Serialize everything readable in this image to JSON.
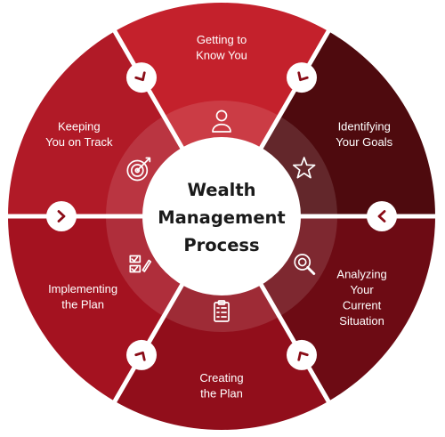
{
  "center": {
    "lines": [
      "Wealth",
      "Management",
      "Process"
    ]
  },
  "steps": [
    {
      "lines": [
        "Getting to",
        "Know You"
      ],
      "icon": "person-icon",
      "color": "#c4212c"
    },
    {
      "lines": [
        "Identifying",
        "Your Goals"
      ],
      "icon": "star-icon",
      "color": "#4e0a0e"
    },
    {
      "lines": [
        "Analyzing",
        "Your",
        "Current",
        "Situation"
      ],
      "icon": "magnifier-icon",
      "color": "#6d0b14"
    },
    {
      "lines": [
        "Creating",
        "the Plan"
      ],
      "icon": "checklist-icon",
      "color": "#910e1b"
    },
    {
      "lines": [
        "Implementing",
        "the Plan"
      ],
      "icon": "pen-checklist-icon",
      "color": "#a41220"
    },
    {
      "lines": [
        "Keeping",
        "You on Track"
      ],
      "icon": "target-icon",
      "color": "#b11a27"
    }
  ],
  "connectors": [
    {
      "icon": "chevron-icon"
    },
    {
      "icon": "chevron-icon"
    },
    {
      "icon": "chevron-icon"
    },
    {
      "icon": "chevron-icon"
    },
    {
      "icon": "chevron-icon"
    },
    {
      "icon": "chevron-icon"
    }
  ]
}
